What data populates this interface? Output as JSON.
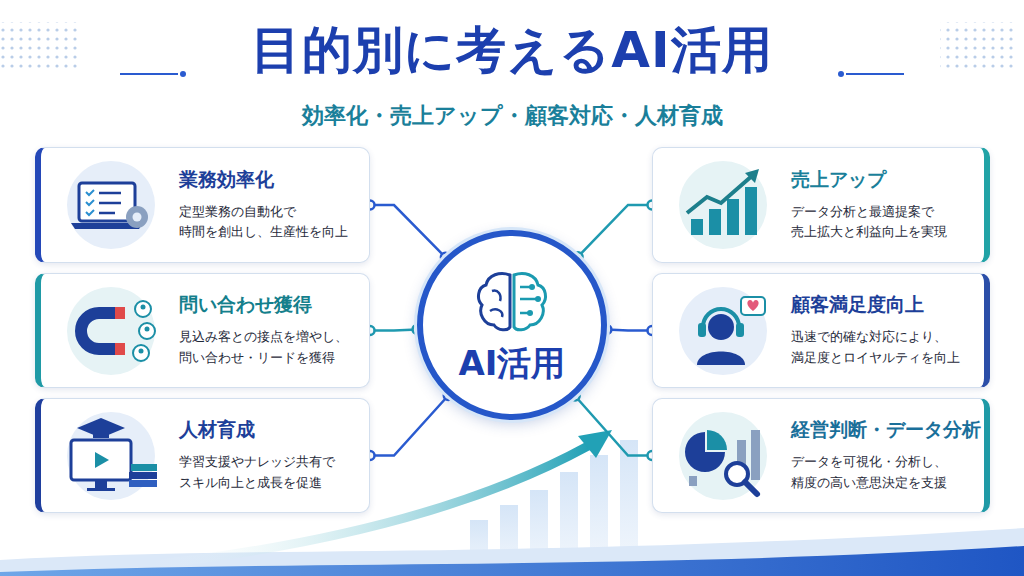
{
  "diagram": {
    "title": "目的別に考えるAI活用",
    "nodes": [
      {
        "text": [
          "業務効率化",
          "定型業務の自動化で 時間を創出し、生産性を向上"
        ]
      },
      {
        "text": [
          "売上アップ",
          "データ分析と最適提案で 売上拡大と利益向上を実現"
        ]
      },
      {
        "text": [
          "問い合わせ獲得",
          "見込み客との接点を増やし、 問い合わせ・リードを獲得"
        ]
      },
      {
        "text": [
          "AI活用"
        ]
      },
      {
        "text": [
          "顧客満足度向上",
          "迅速で的確な対応により、 満足度とロイヤルティを向上"
        ]
      },
      {
        "text": [
          "人材育成",
          "学習支援やナレッジ共有で スキル向上と成長を促進"
        ]
      },
      {
        "text": [
          "経営判断・データ分析",
          "データを可視化・分析し、 精度の高い意思決定を支援"
        ]
      }
    ],
    "edges": [
      {
        "from": 3,
        "to": 0,
        "arrow": "none"
      },
      {
        "from": 3,
        "to": 1,
        "arrow": "none"
      },
      {
        "from": 3,
        "to": 2,
        "arrow": "none"
      },
      {
        "from": 3,
        "to": 4,
        "arrow": "none"
      },
      {
        "from": 3,
        "to": 5,
        "arrow": "none"
      },
      {
        "from": 3,
        "to": 6,
        "arrow": "none"
      }
    ],
    "labels": [
      "効率化・売上アップ・顧客対応・人材育成"
    ]
  }
}
